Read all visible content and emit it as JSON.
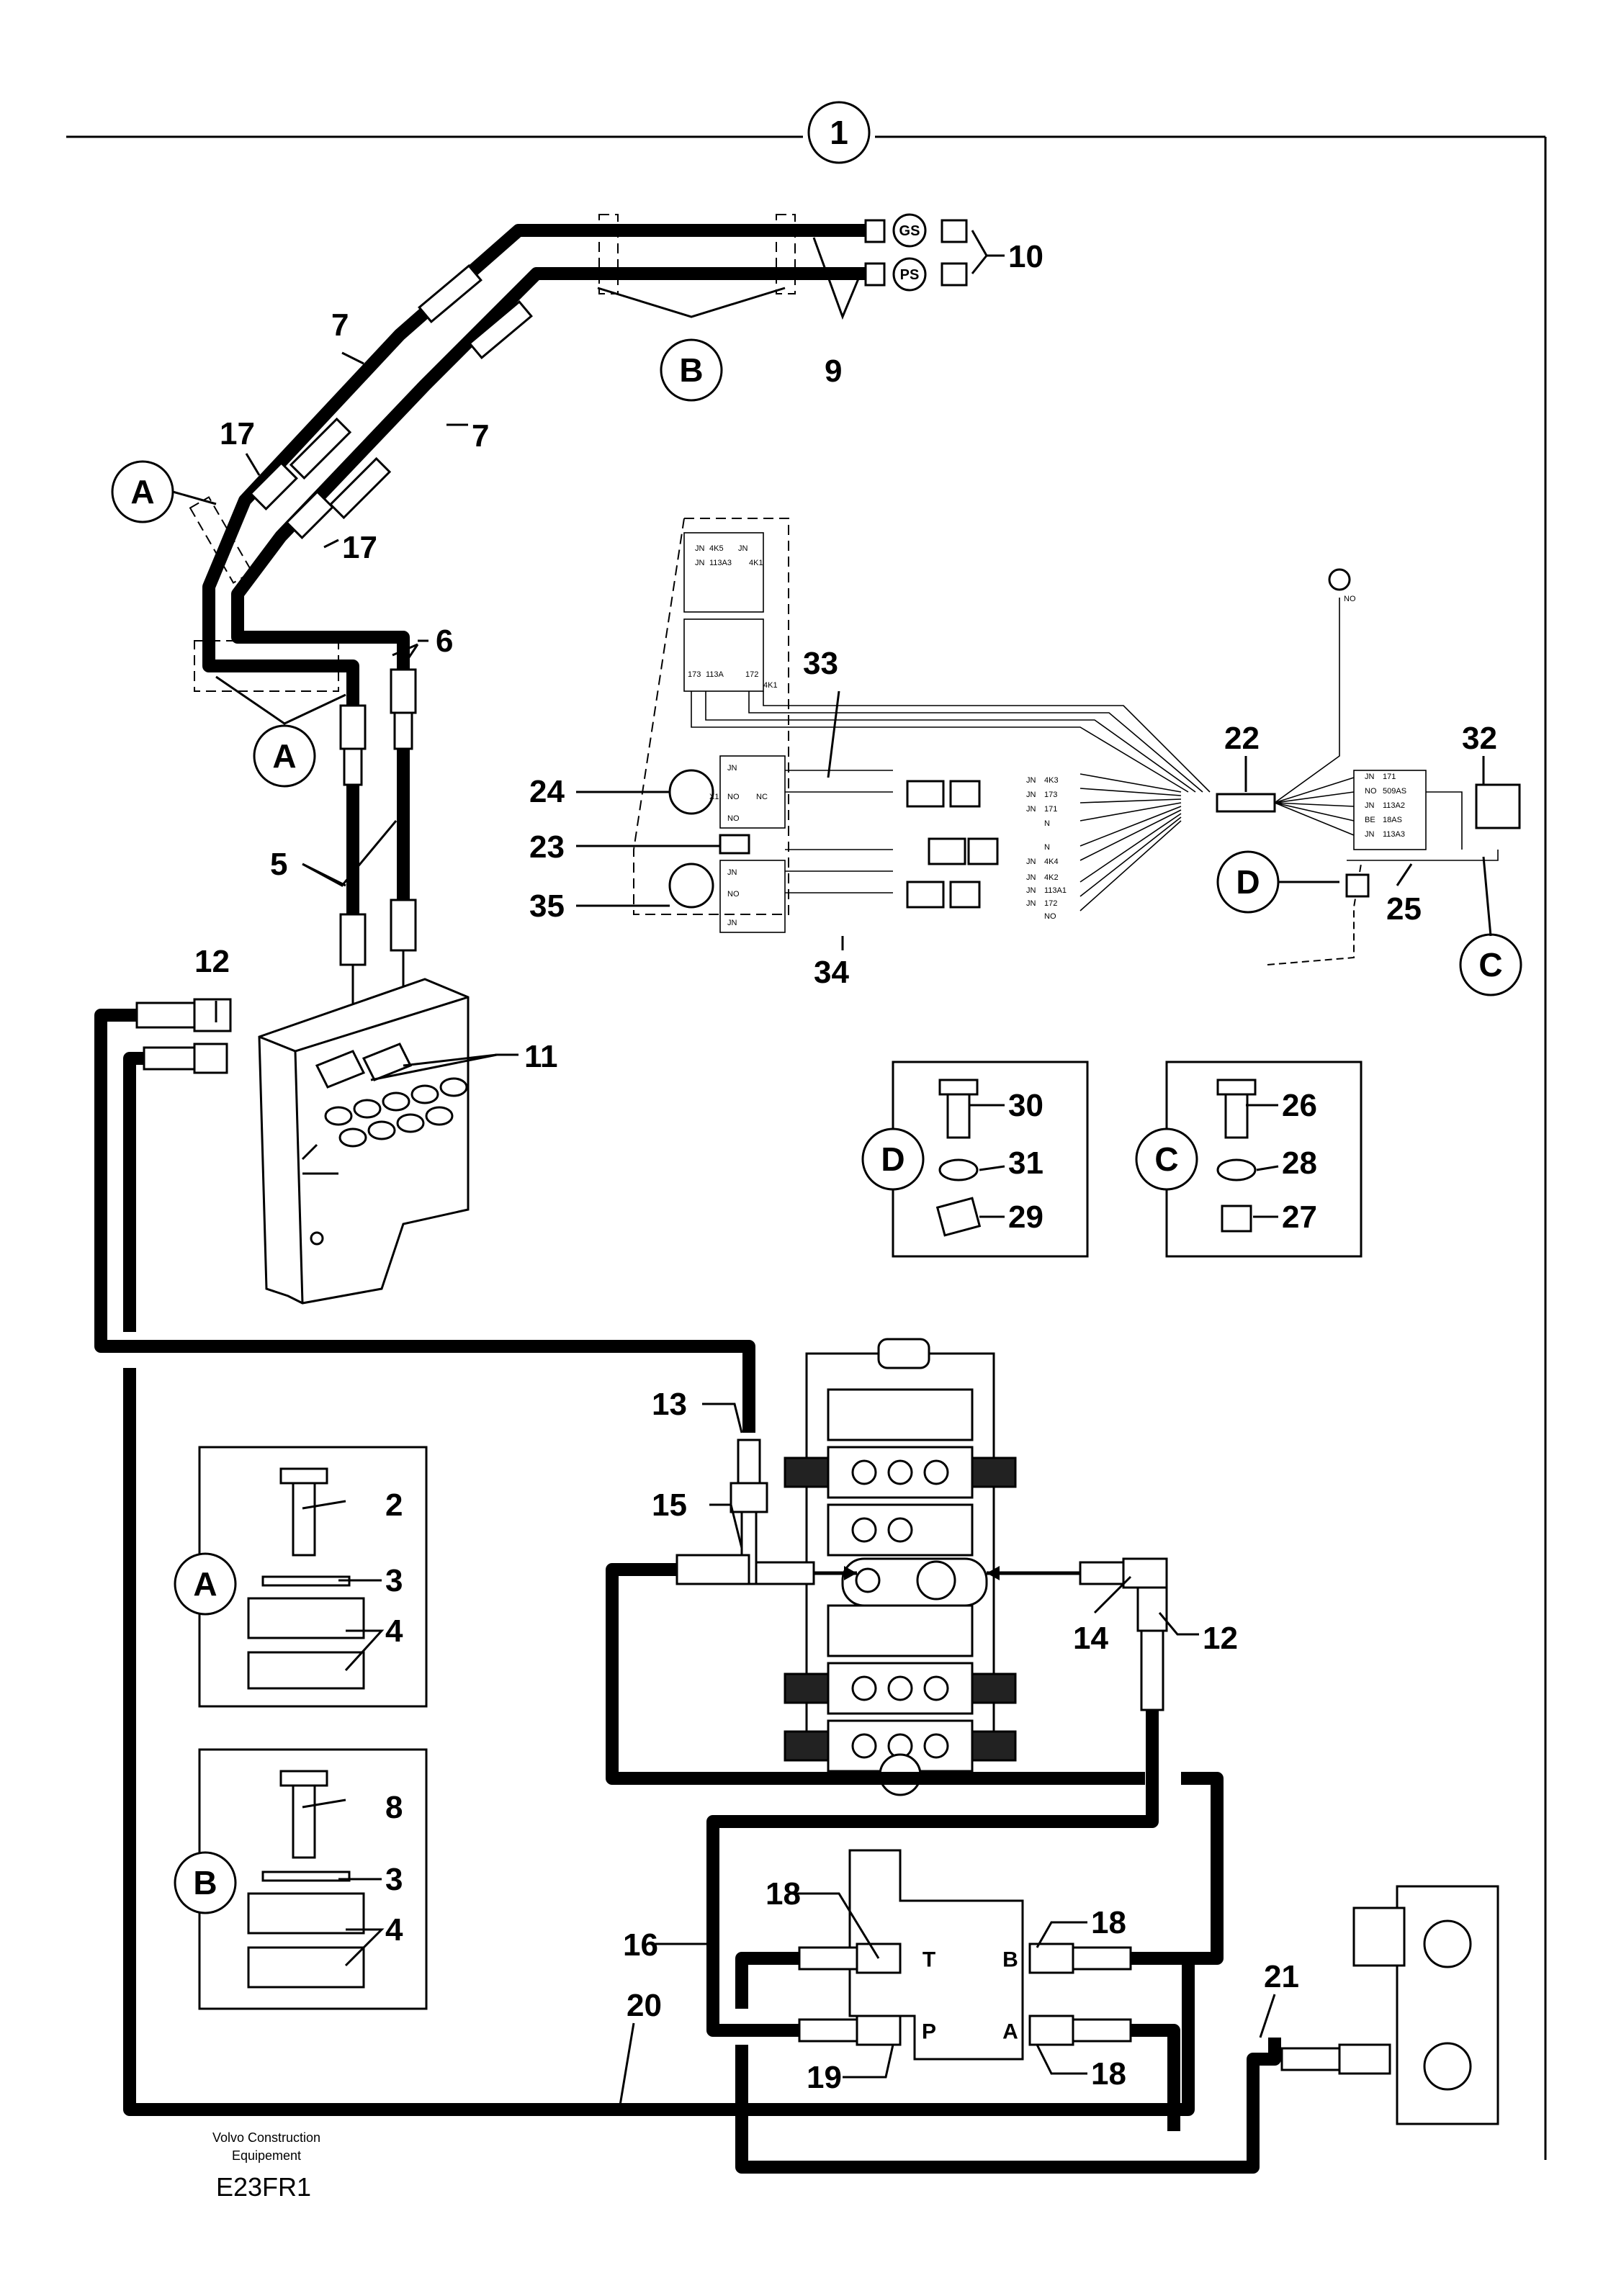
{
  "page": {
    "top_callout": "1",
    "footer_company_line1": "Volvo Construction",
    "footer_company_line2": "Equipement",
    "footer_code": "E23FR1"
  },
  "callouts": {
    "A": "A",
    "B": "B",
    "C": "C",
    "D": "D"
  },
  "gauges": {
    "gs": "GS",
    "ps": "PS"
  },
  "ports": {
    "t": "T",
    "p": "P",
    "b": "B",
    "a": "A"
  },
  "labels": {
    "n2": "2",
    "n3": "3",
    "n4": "4",
    "n5": "5",
    "n6": "6",
    "n7": "7",
    "n8": "8",
    "n9": "9",
    "n10": "10",
    "n11": "11",
    "n12": "12",
    "n13": "13",
    "n14": "14",
    "n15": "15",
    "n16": "16",
    "n17": "17",
    "n18": "18",
    "n19": "19",
    "n20": "20",
    "n21": "21",
    "n22": "22",
    "n23": "23",
    "n24": "24",
    "n25": "25",
    "n26": "26",
    "n27": "27",
    "n28": "28",
    "n29": "29",
    "n30": "30",
    "n31": "31",
    "n32": "32",
    "n33": "33",
    "n34": "34",
    "n35": "35"
  },
  "wiring": {
    "jn": "JN",
    "no": "NO",
    "nc": "NC",
    "n": "N",
    "x1": "X1",
    "be": "BE",
    "w4k3": "4K3",
    "w173": "173",
    "w171": "171",
    "w4k4": "4K4",
    "w4k2": "4K2",
    "w113a1": "113A1",
    "w172": "172",
    "w113a2": "113A2",
    "w113a3": "113A3",
    "w113a": "113A",
    "w4k5": "4K5",
    "w4k1": "4K1",
    "w18as": "18AS",
    "w509as": "509AS"
  }
}
